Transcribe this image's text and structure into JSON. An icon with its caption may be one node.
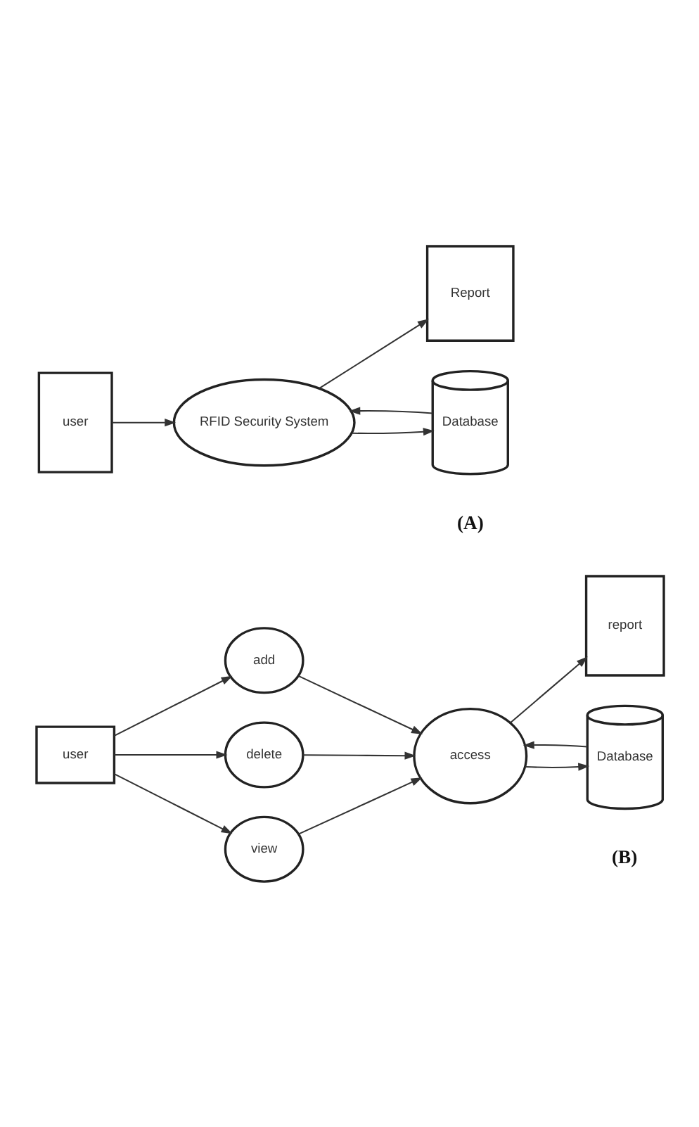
{
  "diagram": {
    "nodes": [
      {
        "text": [
          "user"
        ]
      },
      {
        "text": [
          "RFID Security System"
        ]
      },
      {
        "text": [
          "Database"
        ]
      },
      {
        "text": [
          "Report"
        ]
      },
      {
        "text": [
          "user"
        ]
      },
      {
        "text": [
          "add"
        ]
      },
      {
        "text": [
          "delete"
        ]
      },
      {
        "text": [
          "view"
        ]
      },
      {
        "text": [
          "access"
        ]
      },
      {
        "text": [
          "Database"
        ]
      },
      {
        "text": [
          "report"
        ]
      }
    ],
    "edges": [
      {
        "from": 0,
        "to": 1,
        "arrow": "to"
      },
      {
        "from": 1,
        "to": 2,
        "arrow": "to"
      },
      {
        "from": 2,
        "to": 1,
        "arrow": "to"
      },
      {
        "from": 1,
        "to": 3,
        "arrow": "to"
      },
      {
        "from": 4,
        "to": 5,
        "arrow": "to"
      },
      {
        "from": 4,
        "to": 6,
        "arrow": "to"
      },
      {
        "from": 4,
        "to": 7,
        "arrow": "to"
      },
      {
        "from": 5,
        "to": 8,
        "arrow": "to"
      },
      {
        "from": 6,
        "to": 8,
        "arrow": "to"
      },
      {
        "from": 7,
        "to": 8,
        "arrow": "to"
      },
      {
        "from": 8,
        "to": 9,
        "arrow": "to"
      },
      {
        "from": 9,
        "to": 8,
        "arrow": "to"
      },
      {
        "from": 8,
        "to": 10,
        "arrow": "to"
      }
    ],
    "labels": [
      "(A)",
      "(B)"
    ]
  }
}
